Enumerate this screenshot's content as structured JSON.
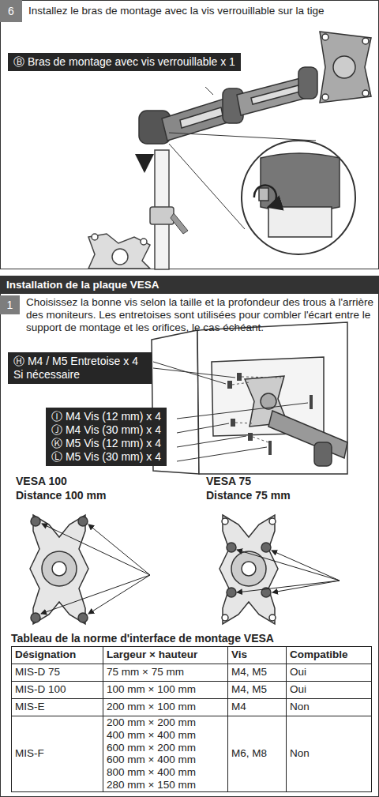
{
  "diagram": {
    "nodes": [
      {
        "text": [
          "6"
        ]
      },
      {
        "text": [
          "Ⓑ Bras de montage avec vis verrouillable x 1"
        ]
      },
      {
        "text": [
          "Installation de la plaque VESA"
        ]
      },
      {
        "text": [
          "1"
        ]
      },
      {
        "text": [
          "Ⓗ M4 / M5 Entretoise x 4 Si nécessaire"
        ]
      },
      {
        "text": [
          "Ⓘ M4 Vis (12 mm) x 4",
          "Ⓙ M4 Vis (30 mm) x 4",
          "Ⓚ M5 Vis (12 mm) x 4",
          "Ⓛ M5 Vis (30 mm) x 4"
        ]
      }
    ],
    "labels": [
      "Installez le bras de montage avec la vis verrouillable sur la tige",
      "Choisissez la bonne vis selon la taille et la profondeur des trous à l'arrière des moniteurs. Les entretoises sont utilisées pour combler l'écart entre le support de montage et les orifices, le cas échéant.",
      "VESA 100",
      "Distance 100 mm",
      "VESA 75",
      "Distance 75 mm",
      "Tableau de la norme d'interface de montage VESA",
      "Désignation",
      "Largeur × hauteur",
      "Vis",
      "Compatible",
      "MIS-D 75",
      "75 mm × 75 mm",
      "M4, M5",
      "Oui",
      "MIS-D 100",
      "100 mm × 100 mm",
      "M4, M5",
      "Oui",
      "MIS-E",
      "200 mm × 100 mm",
      "M4",
      "Non",
      "MIS-F",
      "200 mm × 200 mm",
      "400 mm × 400 mm",
      "600 mm × 200 mm",
      "600 mm × 400 mm",
      "800 mm × 400 mm",
      "280 mm × 150 mm",
      "M6, M8",
      "Non"
    ]
  }
}
